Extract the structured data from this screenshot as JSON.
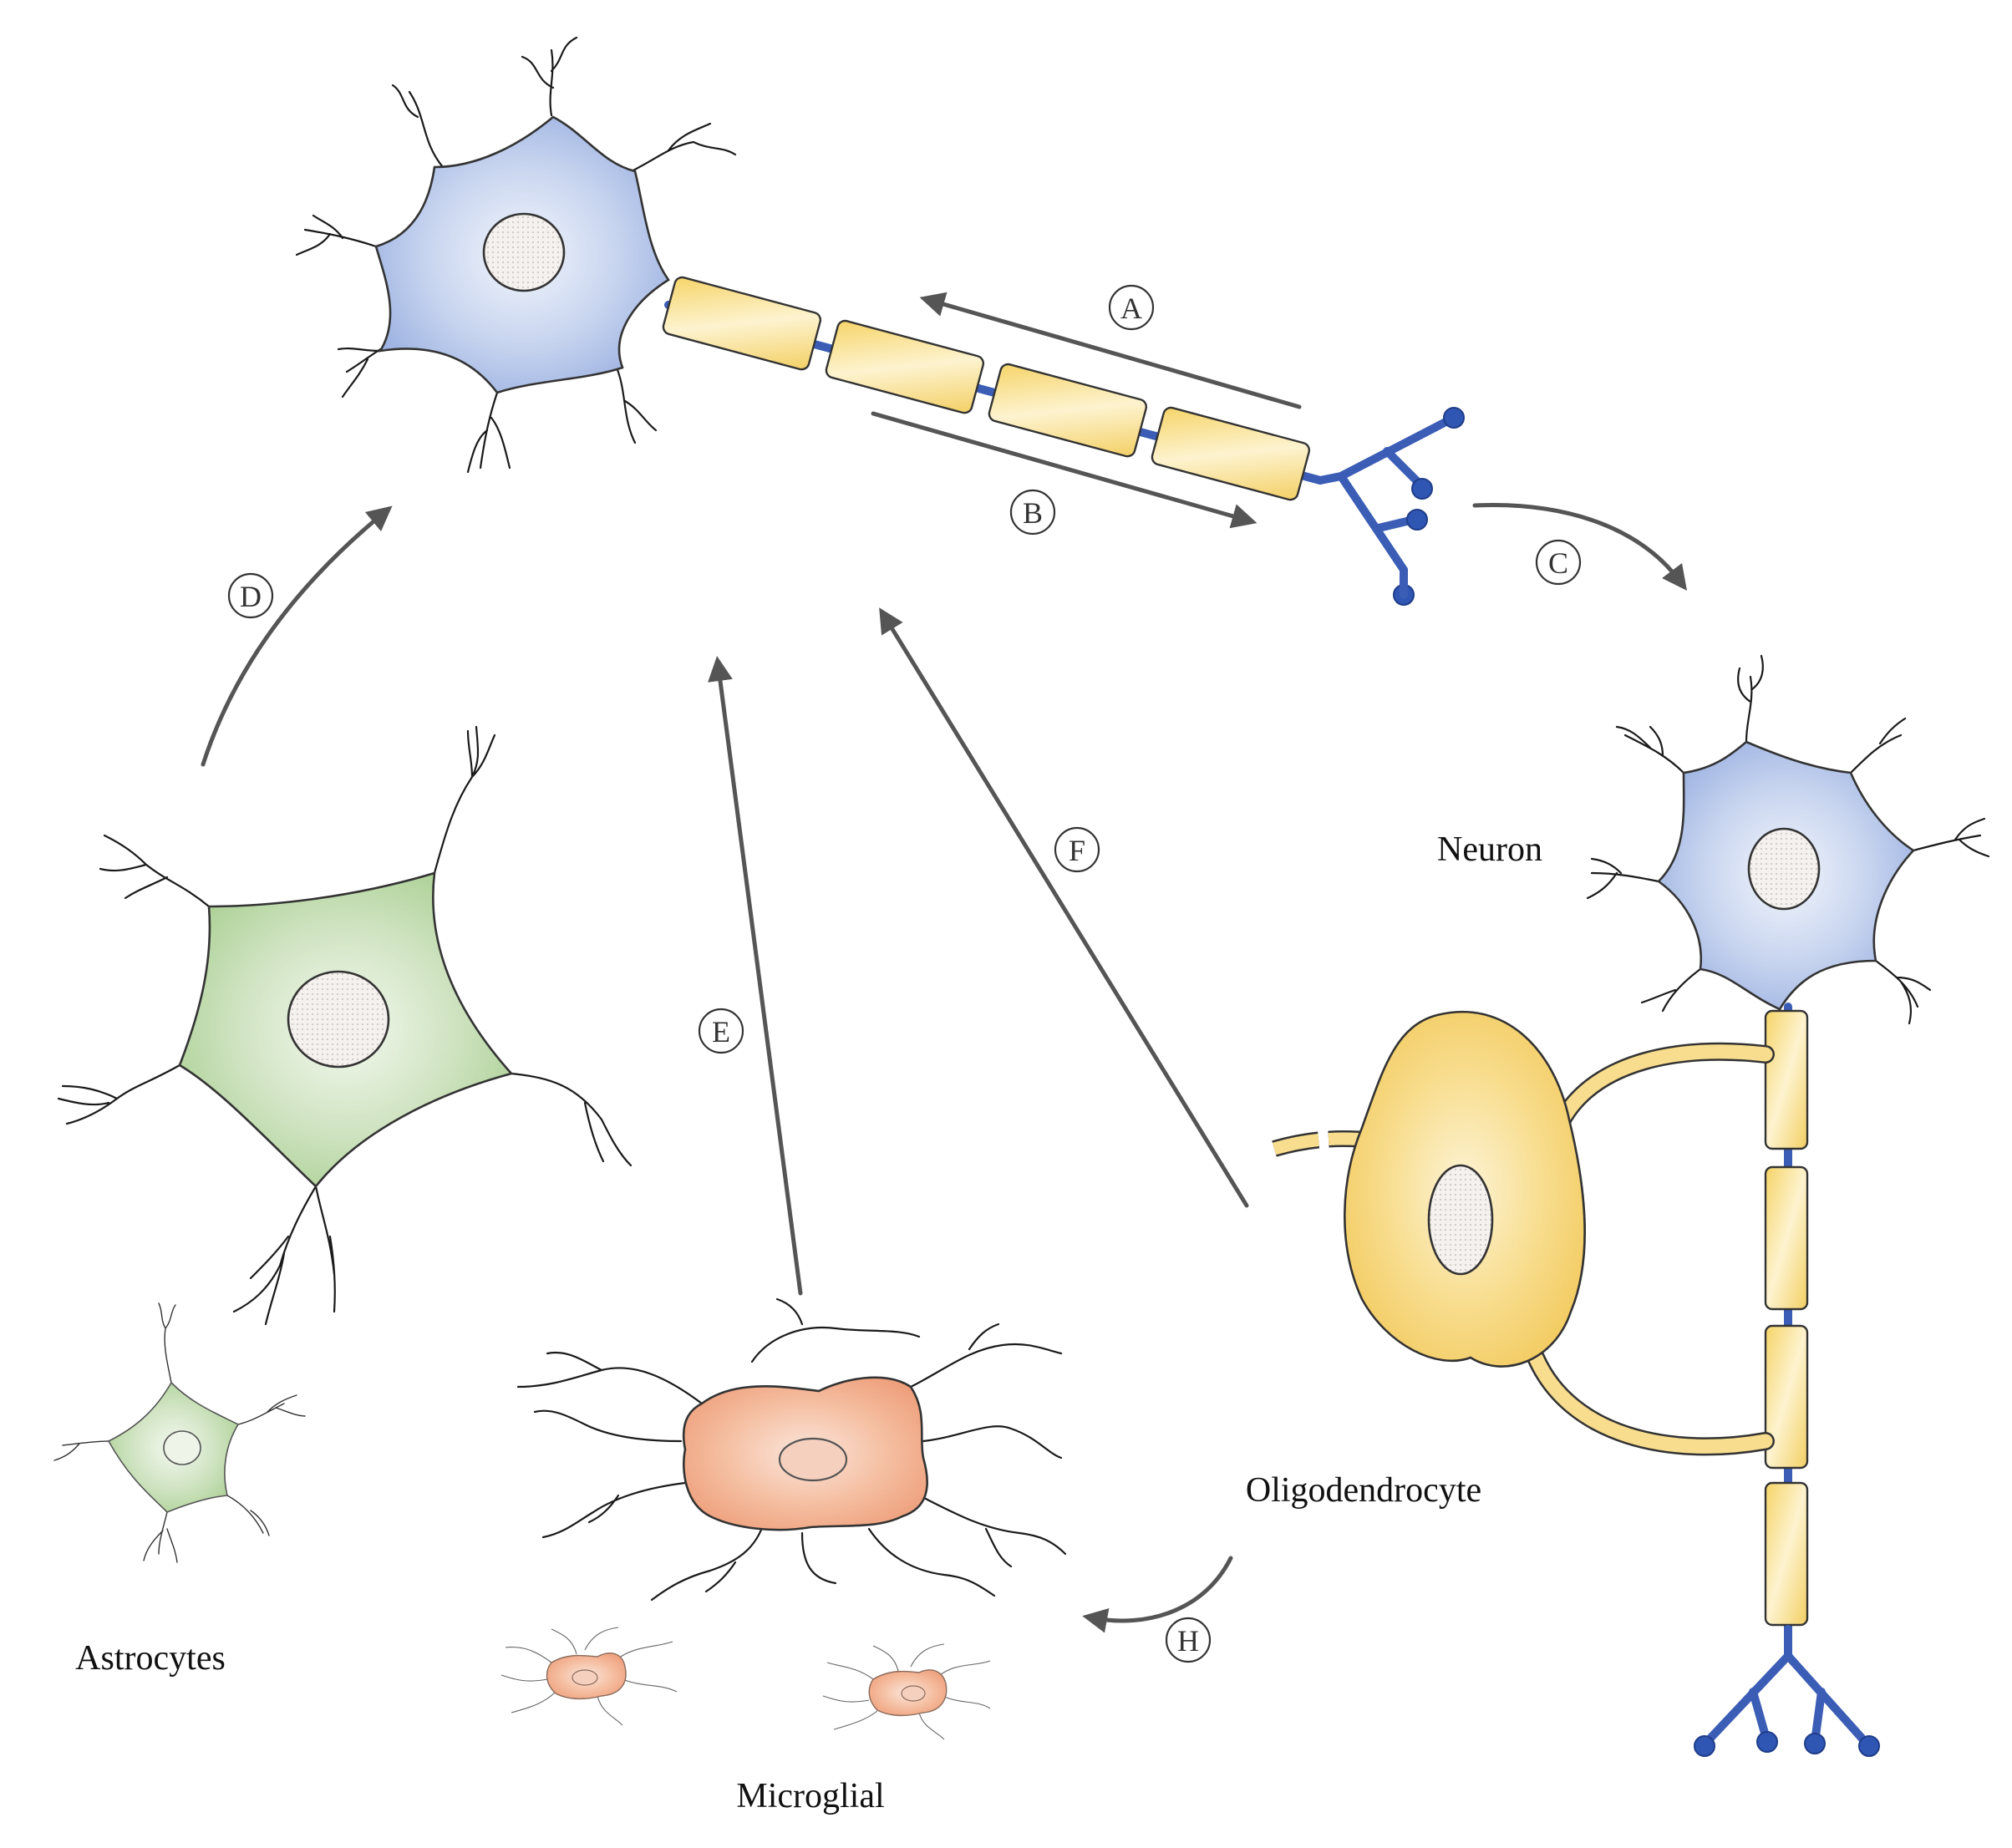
{
  "labels": {
    "neuron": "Neuron",
    "oligodendrocyte": "Oligodendrocyte",
    "astrocytes": "Astrocytes",
    "microglial": "Microglial"
  },
  "arrow_markers": {
    "a": "A",
    "b": "B",
    "c": "C",
    "d": "D",
    "e": "E",
    "f": "F",
    "h": "H"
  },
  "colors": {
    "neuron_body": "#a9bde6",
    "neuron_highlight": "#eef2fb",
    "astrocyte_body": "#b8d7a3",
    "microglia_body": "#f0a683",
    "oligodendrocyte_body": "#f6d57a",
    "myelin": "#f7dd88",
    "axon_terminal": "#2f56b3",
    "arrow": "#555555"
  }
}
